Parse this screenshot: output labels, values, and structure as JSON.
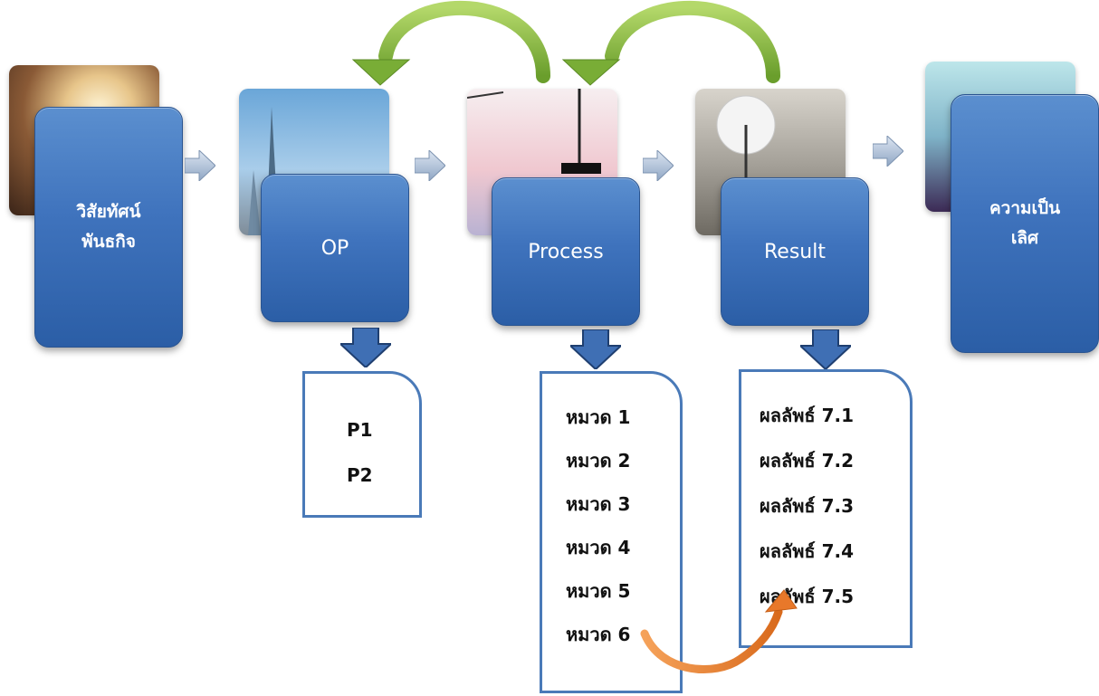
{
  "stages": [
    {
      "id": "vision",
      "label": "วิสัยทัศน์\nพันธกิจ"
    },
    {
      "id": "op",
      "label": "OP"
    },
    {
      "id": "process",
      "label": "Process"
    },
    {
      "id": "result",
      "label": "Result"
    },
    {
      "id": "excellence",
      "label": "ความเป็น\nเลิศ"
    }
  ],
  "op_items": [
    "P1",
    "P2"
  ],
  "process_items": [
    "หมวด 1",
    "หมวด 2",
    "หมวด 3",
    "หมวด 4",
    "หมวด 5",
    "หมวด 6"
  ],
  "result_items": [
    "ผลลัพธ์ 7.1",
    "ผลลัพธ์ 7.2",
    "ผลลัพธ์ 7.3",
    "ผลลัพธ์ 7.4",
    "ผลลัพธ์ 7.5"
  ],
  "colors": {
    "box_blue": "#3f73bd",
    "feedback_arrow_green": "#7fb43a",
    "link_arrow_orange": "#e8782a",
    "doc_border": "#4a7ab8"
  }
}
